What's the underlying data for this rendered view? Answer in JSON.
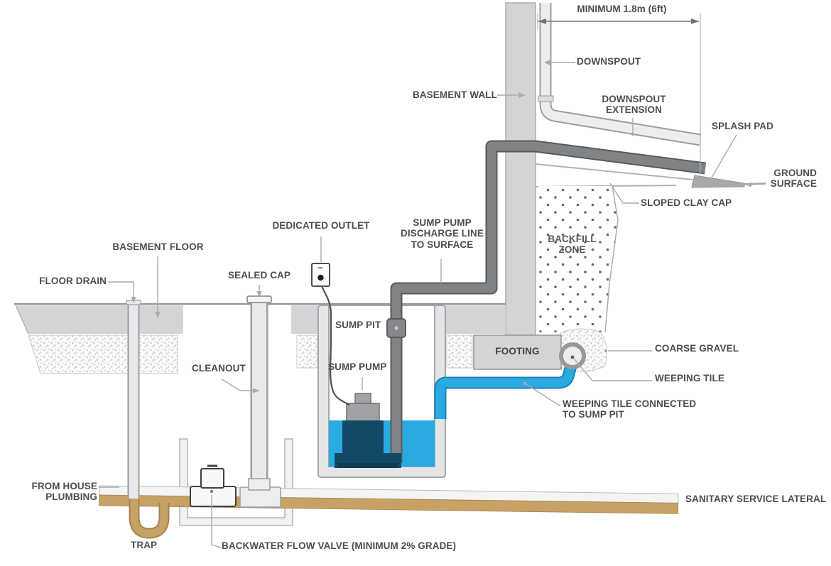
{
  "diagram": {
    "subject": "Basement sump pump, weeping tile and sanitary drainage cross-section",
    "type": "technical illustration"
  },
  "colors": {
    "water_blue": "#29abe2",
    "pump_navy": "#124a66",
    "discharge_pipe_gray": "#818487",
    "light_pipe_gray": "#e8e9ea",
    "concrete_gray": "#d2d4d5",
    "sanitary_pipe_tan": "#c8a264",
    "backfill_dot_gray": "#66686b",
    "label_text": "#4d4d4f",
    "leader_line_gray": "#a8aaac"
  },
  "labels": {
    "minimum_clearance": "MINIMUM 1.8m (6ft)",
    "downspout": "DOWNSPOUT",
    "basement_wall": "BASEMENT WALL",
    "downspout_extension": "DOWNSPOUT\nEXTENSION",
    "splash_pad": "SPLASH PAD",
    "ground_surface": "GROUND\nSURFACE",
    "sloped_clay_cap": "SLOPED CLAY CAP",
    "backfill_zone": "BACKFILL\nZONE",
    "dedicated_outlet": "DEDICATED OUTLET",
    "sump_pump_discharge": "SUMP PUMP\nDISCHARGE LINE\nTO SURFACE",
    "basement_floor": "BASEMENT FLOOR",
    "floor_drain": "FLOOR DRAIN",
    "sealed_cap": "SEALED CAP",
    "sump_pit": "SUMP PIT",
    "sump_pump": "SUMP PUMP",
    "cleanout": "CLEANOUT",
    "footing": "FOOTING",
    "coarse_gravel": "COARSE GRAVEL",
    "weeping_tile": "WEEPING TILE",
    "weeping_tile_connected": "WEEPING TILE CONNECTED\nTO SUMP PIT",
    "from_house_plumbing": "FROM HOUSE\nPLUMBING",
    "trap": "TRAP",
    "backwater_valve": "BACKWATER FLOW VALVE (MINIMUM 2% GRADE)",
    "sanitary_service_lateral": "SANITARY SERVICE LATERAL"
  }
}
